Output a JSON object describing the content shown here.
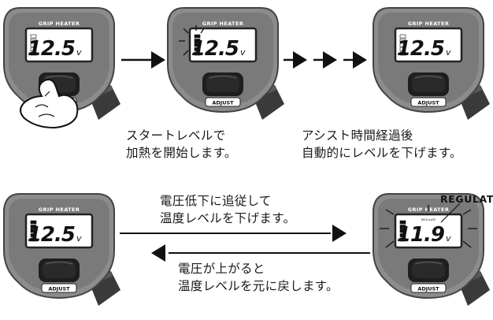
{
  "device": {
    "top_label": "GRIP HEATER",
    "button_label": "ADJUST",
    "unit": "V",
    "sub_label": "REGULATE"
  },
  "units": [
    {
      "voltage": "12.5",
      "level": 1,
      "blink_segments": false,
      "pressed": true,
      "blink_voltage": false
    },
    {
      "voltage": "12.5",
      "level": 5,
      "blink_segments": true,
      "pressed": false,
      "blink_voltage": false
    },
    {
      "voltage": "12.5",
      "level": 1,
      "blink_segments": false,
      "pressed": false,
      "blink_voltage": false
    },
    {
      "voltage": "12.5",
      "level": 5,
      "blink_segments": false,
      "pressed": false,
      "blink_voltage": false
    },
    {
      "voltage": "11.9",
      "level": 5,
      "blink_segments": false,
      "pressed": false,
      "blink_voltage": true
    }
  ],
  "captions": {
    "start_line1": "スタートレベルで",
    "start_line2": "加熱を開始します。",
    "assist_line1": "アシスト時間経過後",
    "assist_line2": "自動的にレベルを下げます。",
    "drop_line1": "電圧低下に追従して",
    "drop_line2": "温度レベルを下げます。",
    "rise_line1": "電圧が上がると",
    "rise_line2": "温度レベルを元に戻します。",
    "regulate": "REGULATE"
  },
  "colors": {
    "body": "#8c8c8c",
    "body_dark": "#3a3a3a",
    "screen": "#ffffff",
    "button": "#2a2a2a",
    "arrow": "#111111"
  }
}
